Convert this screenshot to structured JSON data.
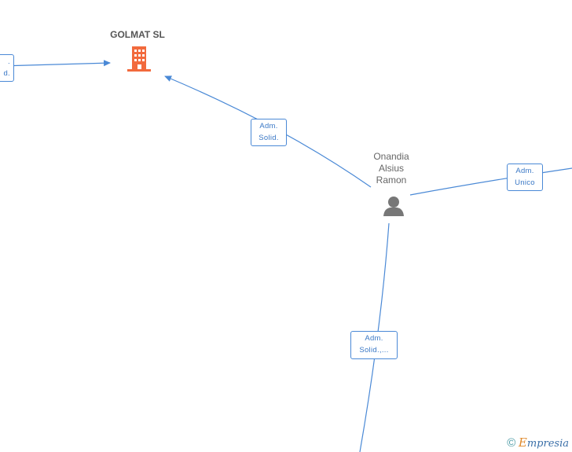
{
  "company": {
    "name": "GOLMAT SL"
  },
  "person": {
    "name_lines": [
      "Onandia",
      "Alsius",
      "Ramon"
    ]
  },
  "relations": {
    "left": {
      "line1": ".",
      "line2": "d."
    },
    "company_link": {
      "line1": "Adm.",
      "line2": "Solid."
    },
    "right": {
      "line1": "Adm.",
      "line2": "Unico"
    },
    "bottom": {
      "line1": "Adm.",
      "line2": "Solid.,..."
    }
  },
  "footer": {
    "copyright": "©",
    "brand_initial": "E",
    "brand_rest": "mpresia"
  },
  "colors": {
    "edge": "#4a89d6",
    "company_icon": "#f26a3d",
    "person_icon": "#777777"
  },
  "icons": {
    "company": "building-icon",
    "person": "person-icon"
  }
}
